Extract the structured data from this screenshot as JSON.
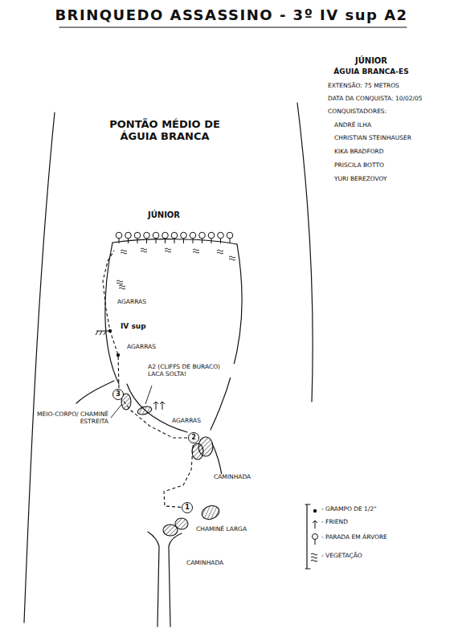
{
  "diagram": {
    "title": "BRINQUEDO ASSASSINO - 3º IV sup A2",
    "nodes": [
      {
        "text": [
          "1"
        ]
      },
      {
        "text": [
          "2"
        ]
      },
      {
        "text": [
          "3"
        ]
      }
    ],
    "edges": [
      {
        "from": 0,
        "to": 1,
        "arrow": "none"
      },
      {
        "from": 1,
        "to": 2,
        "arrow": "none"
      }
    ],
    "labels": [
      "JÚNIOR",
      "ÁGUIA BRANCA-ES",
      "EXTENSÃO: 75 METROS",
      "DATA DA CONQUISTA: 10/02/05",
      "CONQUISTADORES:",
      "ANDRÉ ILHA",
      "CHRISTIAN STEINHAUSER",
      "KIKA BRADFORD",
      "PRISCILA BOTTO",
      "YURI BEREZOVOY",
      "PONTÃO MÉDIO DE ÁGUIA BRANCA",
      "JÚNIOR",
      "AGARRAS",
      "IV sup",
      "AGARRAS",
      "A2 (CLIFFS DE BURACO) LACA SOLTA!",
      "MEIO-CORPO/ CHAMINÉ ESTREITA",
      "AGARRAS",
      "CAMINHADA",
      "CHAMINÉ LARGA",
      "CAMINHADA"
    ],
    "legend": [
      {
        "text": "- GRAMPO DE 1/2\""
      },
      {
        "text": "- FRIEND"
      },
      {
        "text": "- PARADA EM ÁRVORE"
      },
      {
        "text": "- VEGETAÇÃO"
      }
    ]
  }
}
